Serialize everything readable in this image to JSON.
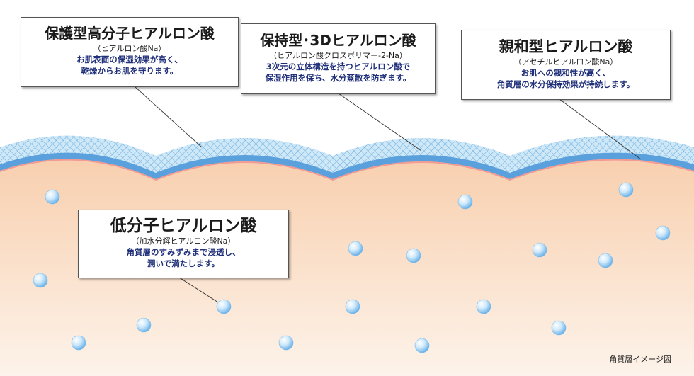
{
  "colors": {
    "text_accent": "#1f2f7a",
    "mesh_fill": "#cfe8f7",
    "mesh_line": "#6aaee0",
    "blue_band": "#5aa0dc",
    "pink_line": "#f29a94",
    "skin_top": "#f8cfae",
    "skin_bottom": "#fdf3ea"
  },
  "callouts": [
    {
      "title": "保護型高分子ヒアルロン酸",
      "subtitle": "（ヒアルロン酸Na）",
      "description": [
        "お肌表面の保湿効果が高く、",
        "乾燥からお肌を守ります。"
      ]
    },
    {
      "title": "保持型･3Dヒアルロン酸",
      "subtitle": "（ヒアルロン酸クロスポリマー-2-Na）",
      "description": [
        "3次元の立体構造を持つヒアルロン酸で",
        "保湿作用を保ち、水分蒸散を防ぎます。"
      ]
    },
    {
      "title": "親和型ヒアルロン酸",
      "subtitle": "（アセチルヒアルロン酸Na）",
      "description": [
        "お肌への親和性が高く、",
        "角質層の水分保持効果が持続します。"
      ]
    },
    {
      "title": "低分子ヒアルロン酸",
      "subtitle": "（加水分解ヒアルロン酸Na）",
      "description": [
        "角質層のすみずみまで浸透し、",
        "潤いで満たします。"
      ]
    }
  ],
  "caption": "角質層イメージ図"
}
